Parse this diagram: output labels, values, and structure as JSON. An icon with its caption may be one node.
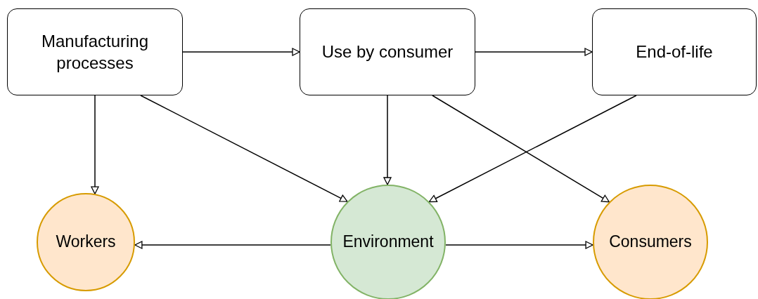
{
  "diagram": {
    "nodes": [
      {
        "text": [
          "Manufacturing processes"
        ]
      },
      {
        "text": [
          "Use by consumer"
        ]
      },
      {
        "text": [
          "End-of-life"
        ]
      },
      {
        "text": [
          "Workers"
        ]
      },
      {
        "text": [
          "Environment"
        ]
      },
      {
        "text": [
          "Consumers"
        ]
      }
    ],
    "edges": [
      {
        "from": 0,
        "to": 1,
        "arrow": "to"
      },
      {
        "from": 1,
        "to": 2,
        "arrow": "to"
      },
      {
        "from": 0,
        "to": 3,
        "arrow": "to"
      },
      {
        "from": 0,
        "to": 4,
        "arrow": "to"
      },
      {
        "from": 1,
        "to": 4,
        "arrow": "to"
      },
      {
        "from": 1,
        "to": 5,
        "arrow": "to"
      },
      {
        "from": 2,
        "to": 4,
        "arrow": "to"
      },
      {
        "from": 4,
        "to": 3,
        "arrow": "to"
      },
      {
        "from": 4,
        "to": 5,
        "arrow": "to"
      }
    ]
  }
}
